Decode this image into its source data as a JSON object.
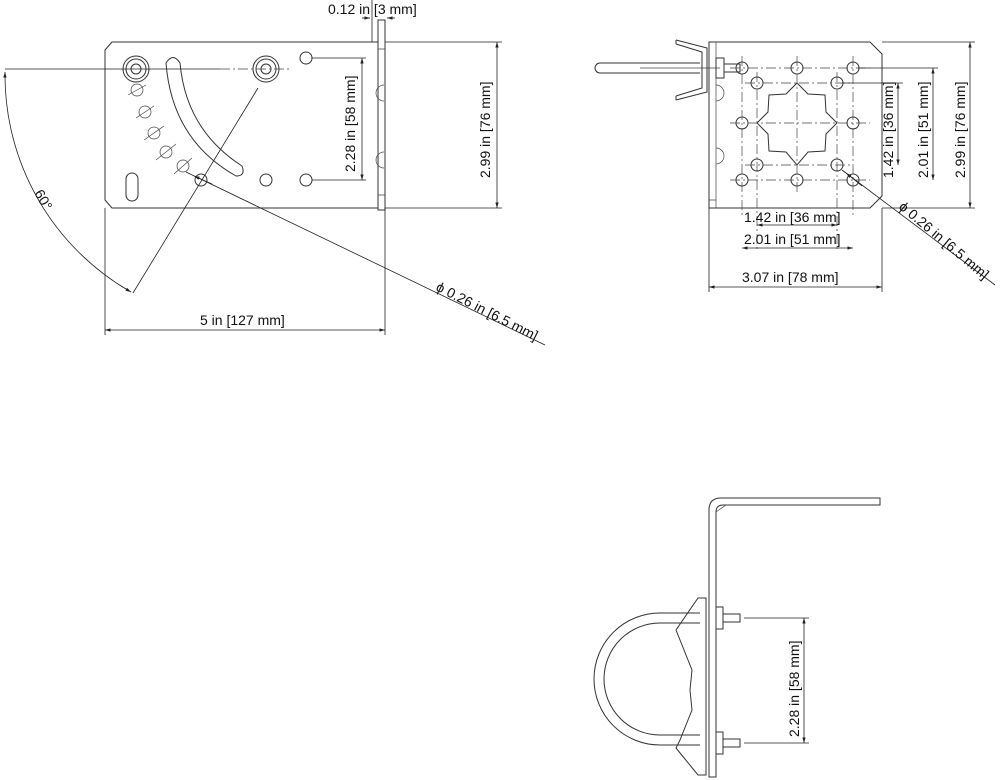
{
  "drawing": {
    "side_view": {
      "thickness": "0.12 in [3 mm]",
      "hole_spacing": "2.28 in [58 mm]",
      "height": "2.99 in [76 mm]",
      "angle": "60°",
      "length": "5 in [127 mm]",
      "hole_diameter": "ϕ 0.26 in [6.5 mm]"
    },
    "front_view": {
      "inner_vertical": "1.42 in [36 mm]",
      "outer_vertical": "2.01 in [51 mm]",
      "height": "2.99 in [76 mm]",
      "inner_horizontal": "1.42 in [36 mm]",
      "outer_horizontal": "2.01 in [51 mm]",
      "width": "3.07 in [78 mm]",
      "hole_diameter": "ϕ 0.26 in [6.5 mm]"
    },
    "clamp_view": {
      "bolt_spacing": "2.28 in [58 mm]"
    }
  }
}
